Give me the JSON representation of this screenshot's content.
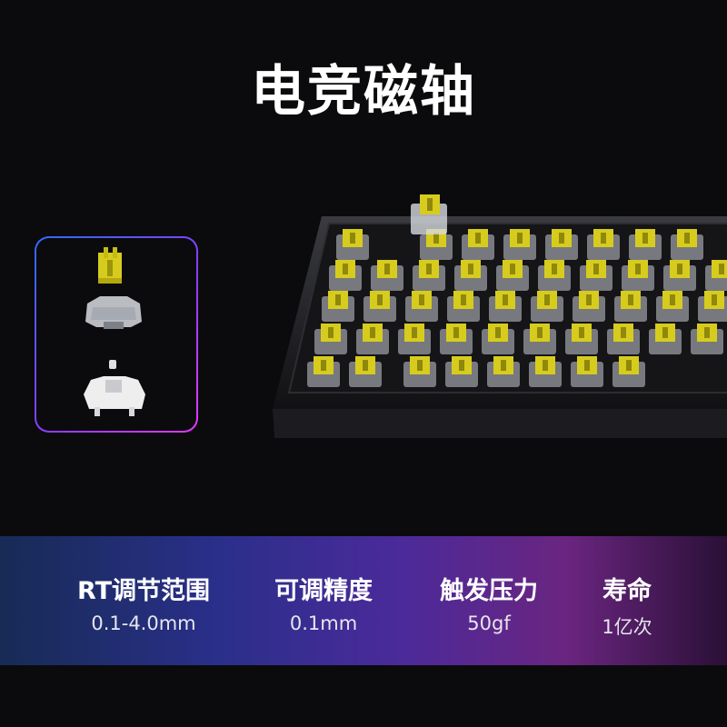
{
  "title": "电竞磁轴",
  "specs": [
    {
      "label": "RT调节范围",
      "value": "0.1-4.0mm"
    },
    {
      "label": "可调精度",
      "value": "0.1mm"
    },
    {
      "label": "触发压力",
      "value": "50gf"
    },
    {
      "label": "寿命",
      "value": "1亿次"
    }
  ],
  "colors": {
    "background": "#0b0b0d",
    "switch_stem": "#d7cc1d",
    "gradient_blue": "#2f6bff",
    "gradient_purple": "#8a3dff",
    "gradient_magenta": "#e43aff"
  }
}
